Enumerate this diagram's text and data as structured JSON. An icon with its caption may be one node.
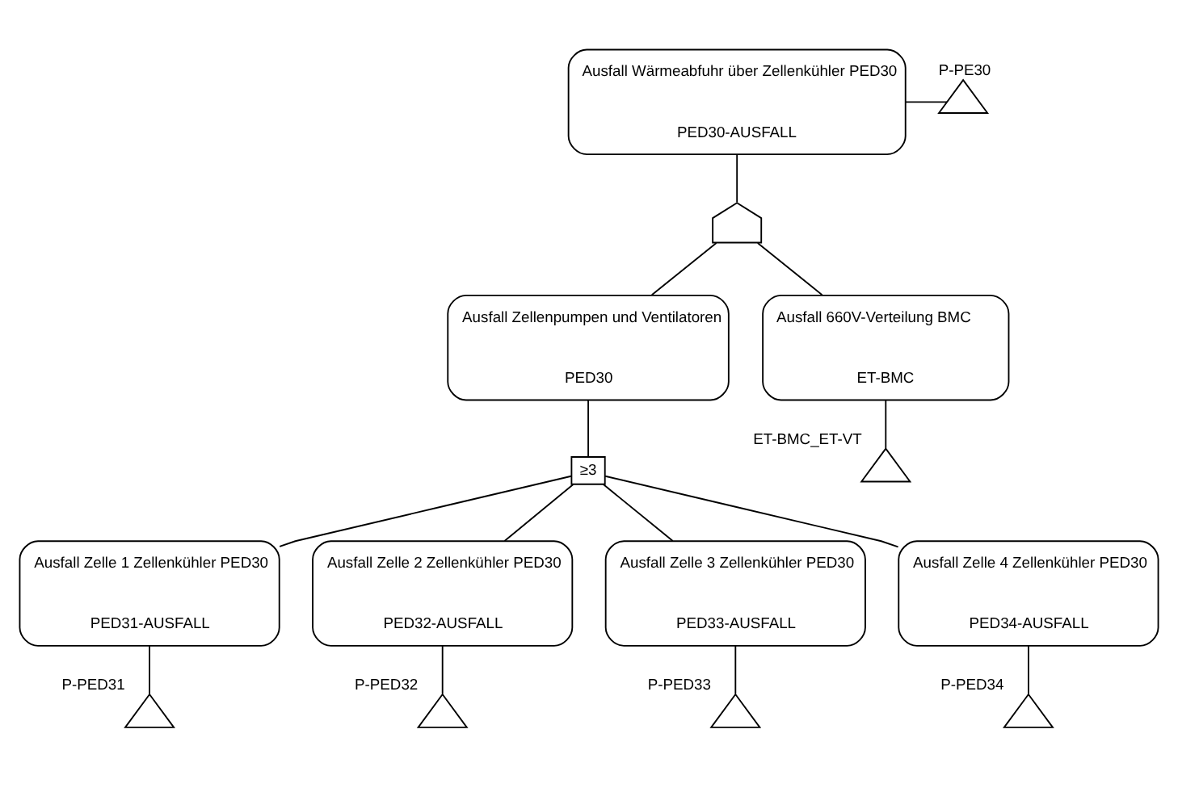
{
  "diagram": {
    "nodes": [
      {
        "text": [
          "Ausfall Wärmeabfuhr über Zellenkühler PED30",
          "PED30-AUSFALL"
        ]
      },
      {
        "text": [],
        "shape": "triangle",
        "beside": [
          "P-PE30"
        ]
      },
      {
        "text": [],
        "shape": "gate"
      },
      {
        "text": [
          "Ausfall Zellenpumpen und Ventilatoren",
          "PED30"
        ]
      },
      {
        "text": [
          "Ausfall 660V-Verteilung BMC",
          "ET-BMC"
        ]
      },
      {
        "text": [],
        "shape": "triangle",
        "beside": [
          "ET-BMC_ET-VT"
        ]
      },
      {
        "text": [
          "≥3"
        ]
      },
      {
        "text": [
          "Ausfall Zelle 1 Zellenkühler PED30",
          "PED31-AUSFALL"
        ]
      },
      {
        "text": [
          "Ausfall Zelle 2 Zellenkühler PED30",
          "PED32-AUSFALL"
        ]
      },
      {
        "text": [
          "Ausfall Zelle 3 Zellenkühler PED30",
          "PED33-AUSFALL"
        ]
      },
      {
        "text": [
          "Ausfall Zelle 4 Zellenkühler PED30",
          "PED34-AUSFALL"
        ]
      },
      {
        "text": [],
        "shape": "triangle",
        "beside": [
          "P-PED31"
        ]
      },
      {
        "text": [],
        "shape": "triangle",
        "beside": [
          "P-PED32"
        ]
      },
      {
        "text": [],
        "shape": "triangle",
        "beside": [
          "P-PED33"
        ]
      },
      {
        "text": [],
        "shape": "triangle",
        "beside": [
          "P-PED34"
        ]
      }
    ],
    "edges": [
      {
        "from": 0,
        "to": 1,
        "arrow": "none"
      },
      {
        "from": 0,
        "to": 2,
        "arrow": "none"
      },
      {
        "from": 2,
        "to": 3,
        "arrow": "none"
      },
      {
        "from": 2,
        "to": 4,
        "arrow": "none"
      },
      {
        "from": 4,
        "to": 5,
        "arrow": "none"
      },
      {
        "from": 3,
        "to": 6,
        "arrow": "none"
      },
      {
        "from": 6,
        "to": 7,
        "arrow": "none"
      },
      {
        "from": 6,
        "to": 8,
        "arrow": "none"
      },
      {
        "from": 6,
        "to": 9,
        "arrow": "none"
      },
      {
        "from": 6,
        "to": 10,
        "arrow": "none"
      },
      {
        "from": 7,
        "to": 11,
        "arrow": "none"
      },
      {
        "from": 8,
        "to": 12,
        "arrow": "none"
      },
      {
        "from": 9,
        "to": 13,
        "arrow": "none"
      },
      {
        "from": 10,
        "to": 14,
        "arrow": "none"
      }
    ]
  }
}
